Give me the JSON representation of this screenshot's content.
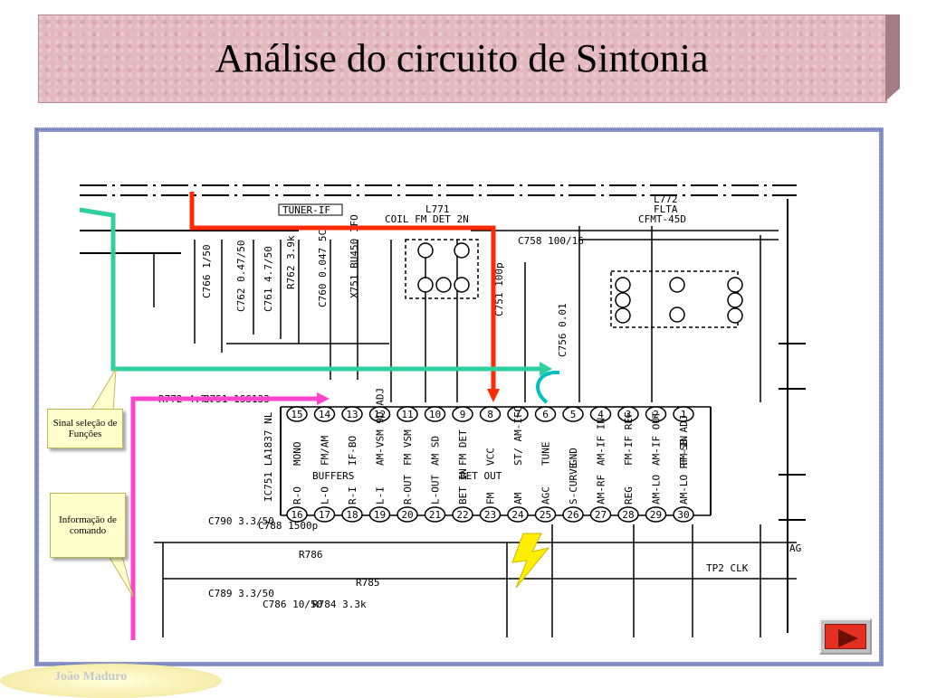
{
  "slide": {
    "title": "Análise do circuito de Sintonia",
    "author": "João Maduro"
  },
  "callouts": {
    "functions": "Sinal seleção de Funções",
    "command": "Informação de comando"
  },
  "schematic": {
    "tuner_if": "TUNER-IF",
    "l771_label": "L771",
    "coil_label": "COIL FM DET 2N",
    "l772_label": "L772",
    "flta_label": "FLTA",
    "cfmt_label": "CFMT-45D",
    "c758_label": "C758 100/16",
    "ic_label": "IC751 LA1837 NL",
    "buffers_label": "BUFFERS",
    "bet_out_label": "BET OUT",
    "r772_label": "R772 4.7k",
    "d751_label": "D751 1SS133",
    "c790_label": "C790 3.3/50",
    "c788_label": "C788 1500p",
    "c789_label": "C789 3.3/50",
    "c786_label": "C786 10/50",
    "r784_label": "R784 3.3k",
    "r786_label": "R786",
    "r785_label": "R785",
    "tp2_label": "TP2 CLK",
    "ag_label": "AG",
    "top_pins": [
      {
        "num": "15",
        "name": "MONO"
      },
      {
        "num": "14",
        "name": "FM/AM"
      },
      {
        "num": "13",
        "name": "IF-BO"
      },
      {
        "num": "12",
        "name": "AM-VSM 9D ADJ"
      },
      {
        "num": "11",
        "name": "FM VSM"
      },
      {
        "num": "10",
        "name": "AM SD"
      },
      {
        "num": "9",
        "name": "FM DET"
      },
      {
        "num": "8",
        "name": "VCC"
      },
      {
        "num": "7",
        "name": "ST/ AM-IFO"
      },
      {
        "num": "6",
        "name": "TUNE"
      },
      {
        "num": "5",
        "name": "GND"
      },
      {
        "num": "4",
        "name": "AM-IF IN"
      },
      {
        "num": "3",
        "name": "FM-IF REF"
      },
      {
        "num": "2",
        "name": "AM-IF OUT"
      },
      {
        "num": "1",
        "name": "FM-IN"
      }
    ],
    "bottom_pins": [
      {
        "num": "16",
        "name": "R-O"
      },
      {
        "num": "17",
        "name": "L-O"
      },
      {
        "num": "18",
        "name": "R-I"
      },
      {
        "num": "19",
        "name": "L-I"
      },
      {
        "num": "20",
        "name": "R-OUT"
      },
      {
        "num": "21",
        "name": "L-OUT"
      },
      {
        "num": "22",
        "name": "BET IN"
      },
      {
        "num": "23",
        "name": "FM"
      },
      {
        "num": "24",
        "name": "AM"
      },
      {
        "num": "25",
        "name": "AGC"
      },
      {
        "num": "26",
        "name": "S-CURVE"
      },
      {
        "num": "27",
        "name": "AM-RF"
      },
      {
        "num": "28",
        "name": "REG"
      },
      {
        "num": "29",
        "name": "AM-LO"
      },
      {
        "num": "30",
        "name": "AM-LO RF-SB ADJ"
      }
    ],
    "vertical_labels": [
      "C766 1/50",
      "C762 0.47/50",
      "C761 4.7/50",
      "R762 3.9k",
      "C760 0.047 5C",
      "X751 BU450 IFO",
      "C751 100p",
      "C756 0.01"
    ],
    "trace_colors": {
      "red": "#ff2a00",
      "teal": "#2fcf9f",
      "magenta": "#ff44cc",
      "cyan": "#00bfbf",
      "lightning": "#ffee00"
    }
  }
}
